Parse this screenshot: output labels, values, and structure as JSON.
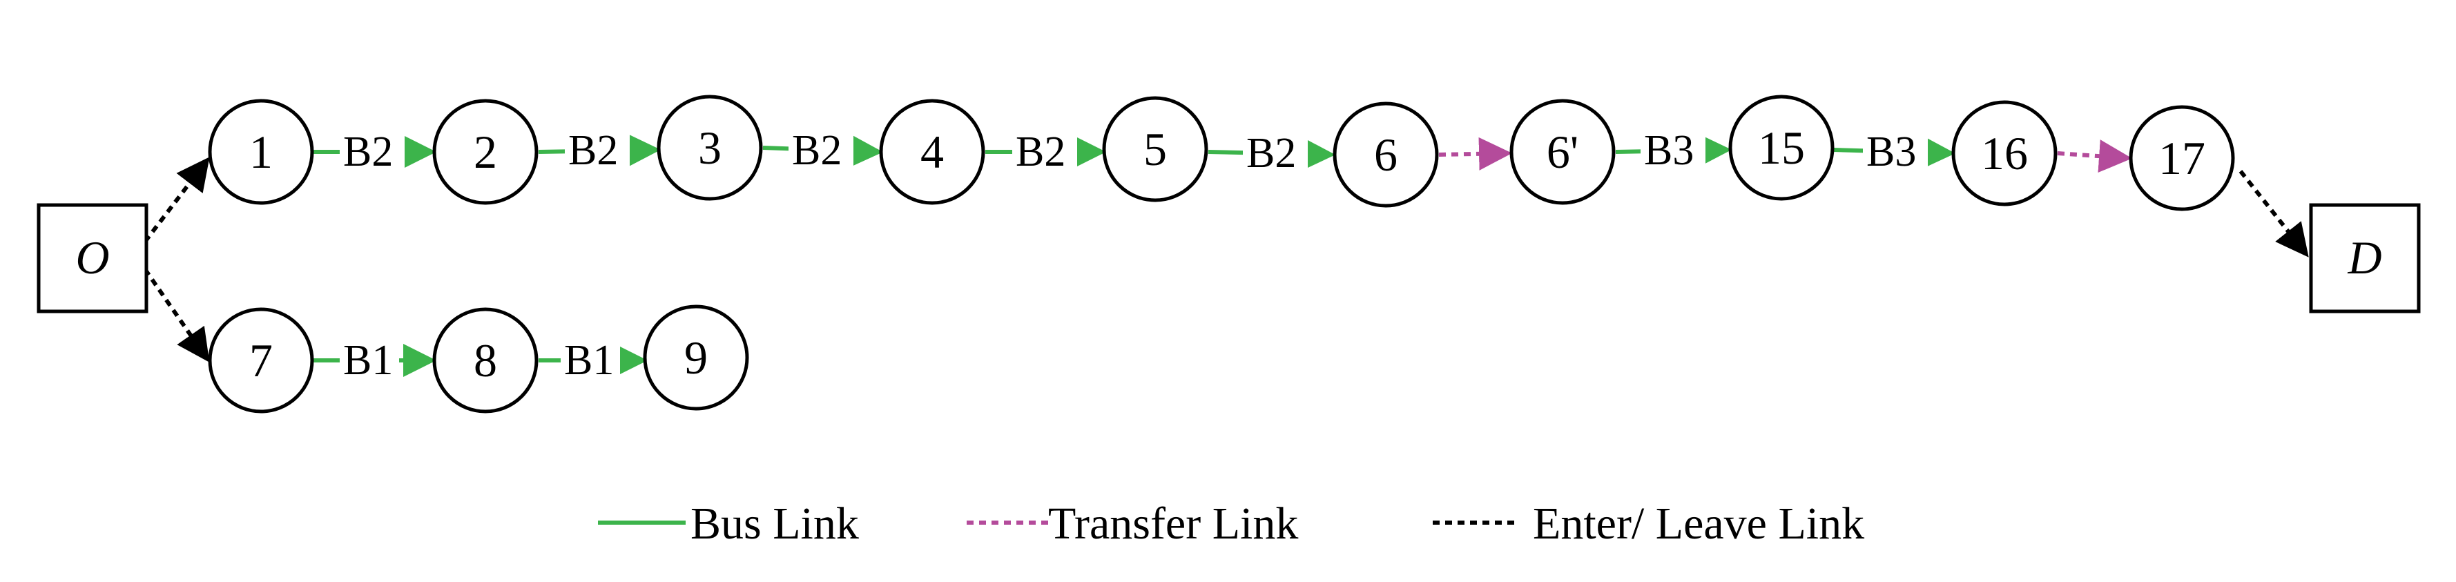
{
  "colors": {
    "bus": "#3cb44b",
    "transfer": "#b44b9b",
    "enter_leave": "#000000"
  },
  "nodes": {
    "O": {
      "label": "O",
      "shape": "box"
    },
    "D": {
      "label": "D",
      "shape": "box"
    },
    "n1": {
      "label": "1"
    },
    "n2": {
      "label": "2"
    },
    "n3": {
      "label": "3"
    },
    "n4": {
      "label": "4"
    },
    "n5": {
      "label": "5"
    },
    "n6": {
      "label": "6"
    },
    "n6p": {
      "label": "6'"
    },
    "n15": {
      "label": "15"
    },
    "n16": {
      "label": "16"
    },
    "n17": {
      "label": "17"
    },
    "n7": {
      "label": "7"
    },
    "n8": {
      "label": "8"
    },
    "n9": {
      "label": "9"
    }
  },
  "edges": [
    {
      "from": "O",
      "to": "n1",
      "kind": "enter_leave"
    },
    {
      "from": "O",
      "to": "n7",
      "kind": "enter_leave"
    },
    {
      "from": "n1",
      "to": "n2",
      "kind": "bus",
      "label": "B2"
    },
    {
      "from": "n2",
      "to": "n3",
      "kind": "bus",
      "label": "B2"
    },
    {
      "from": "n3",
      "to": "n4",
      "kind": "bus",
      "label": "B2"
    },
    {
      "from": "n4",
      "to": "n5",
      "kind": "bus",
      "label": "B2"
    },
    {
      "from": "n5",
      "to": "n6",
      "kind": "bus",
      "label": "B2"
    },
    {
      "from": "n6",
      "to": "n6p",
      "kind": "transfer"
    },
    {
      "from": "n6p",
      "to": "n15",
      "kind": "bus",
      "label": "B3"
    },
    {
      "from": "n15",
      "to": "n16",
      "kind": "bus",
      "label": "B3"
    },
    {
      "from": "n16",
      "to": "n17",
      "kind": "transfer"
    },
    {
      "from": "n17",
      "to": "D",
      "kind": "enter_leave"
    },
    {
      "from": "n7",
      "to": "n8",
      "kind": "bus",
      "label": "B1"
    },
    {
      "from": "n8",
      "to": "n9",
      "kind": "bus",
      "label": "B1"
    }
  ],
  "legend": {
    "bus": "Bus Link",
    "transfer": "Transfer Link",
    "enter_leave": "Enter/ Leave Link"
  }
}
